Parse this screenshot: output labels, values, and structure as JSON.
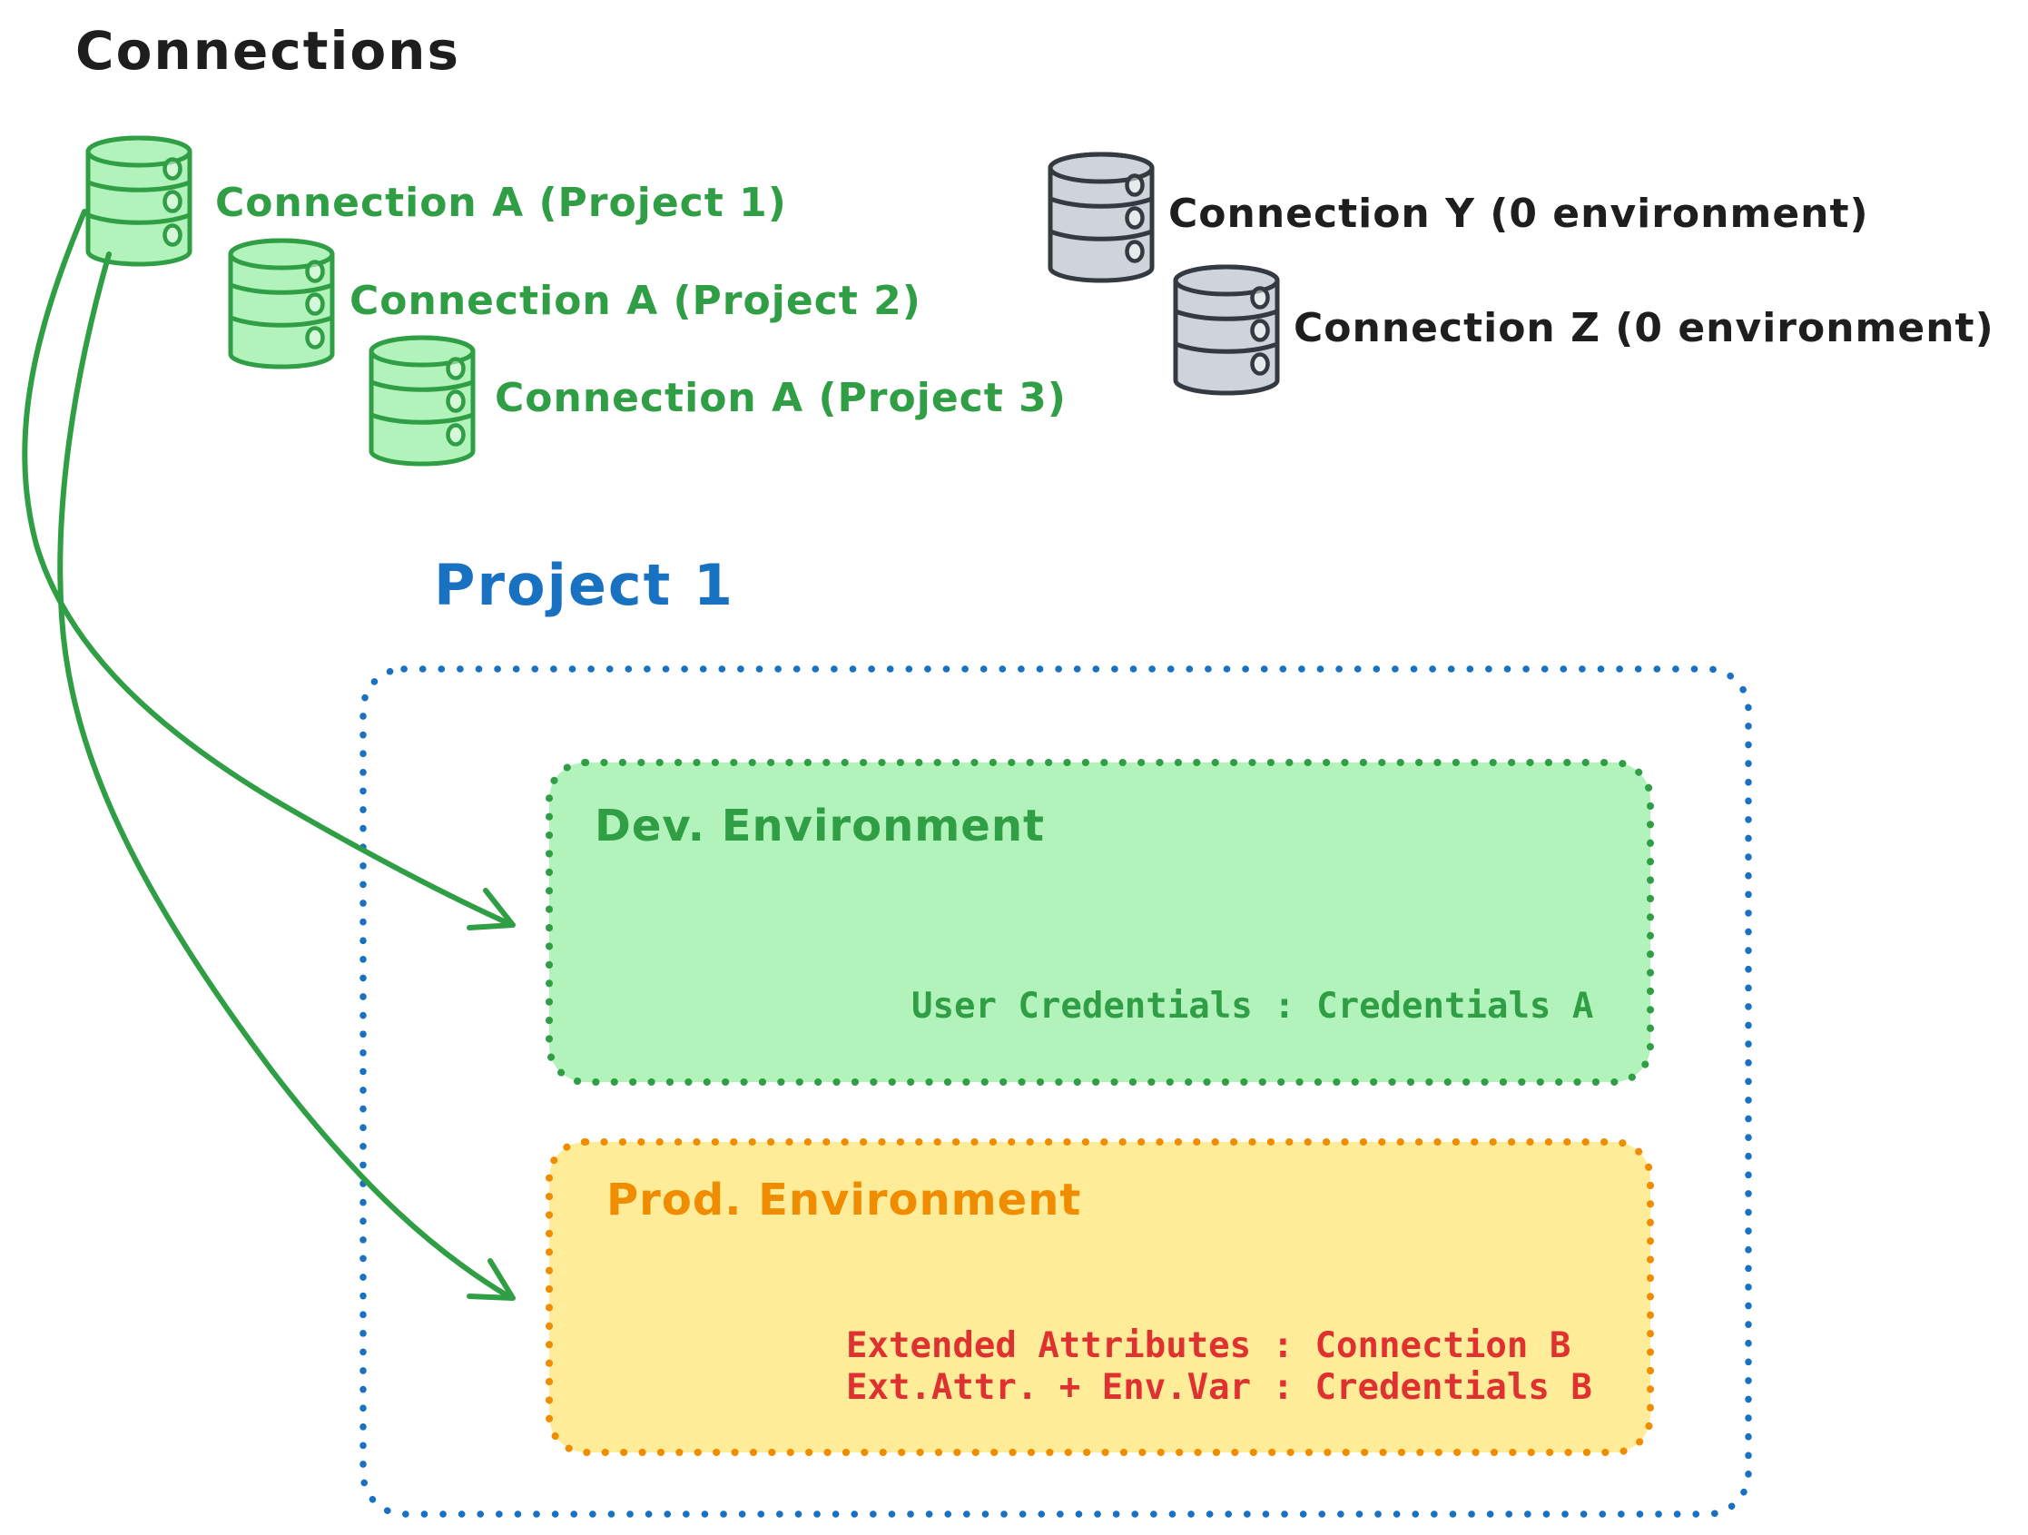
{
  "palette": {
    "canvas": "#ffffff",
    "ink": "#1e1e1e",
    "green": "#2f9e44",
    "green_fill": "#b2f2bb",
    "blue": "#1971c2",
    "orange": "#f08c00",
    "yellow_fill": "#ffec99",
    "red": "#e03131",
    "gray_stroke": "#343a40",
    "gray_fill": "#ced4da"
  },
  "header": {
    "title": "Connections"
  },
  "connections": {
    "green": [
      {
        "label": "Connection A (Project 1)"
      },
      {
        "label": "Connection A (Project 2)"
      },
      {
        "label": "Connection A (Project 3)"
      }
    ],
    "gray": [
      {
        "label": "Connection Y (0 environment)"
      },
      {
        "label": "Connection Z (0 environment)"
      }
    ]
  },
  "project": {
    "title": "Project 1",
    "dev_environment": {
      "title": "Dev. Environment",
      "lines": [
        "User Credentials : Credentials A"
      ]
    },
    "prod_environment": {
      "title": "Prod. Environment",
      "lines": [
        "Extended Attributes : Connection B",
        "Ext.Attr. + Env.Var : Credentials B"
      ]
    }
  }
}
